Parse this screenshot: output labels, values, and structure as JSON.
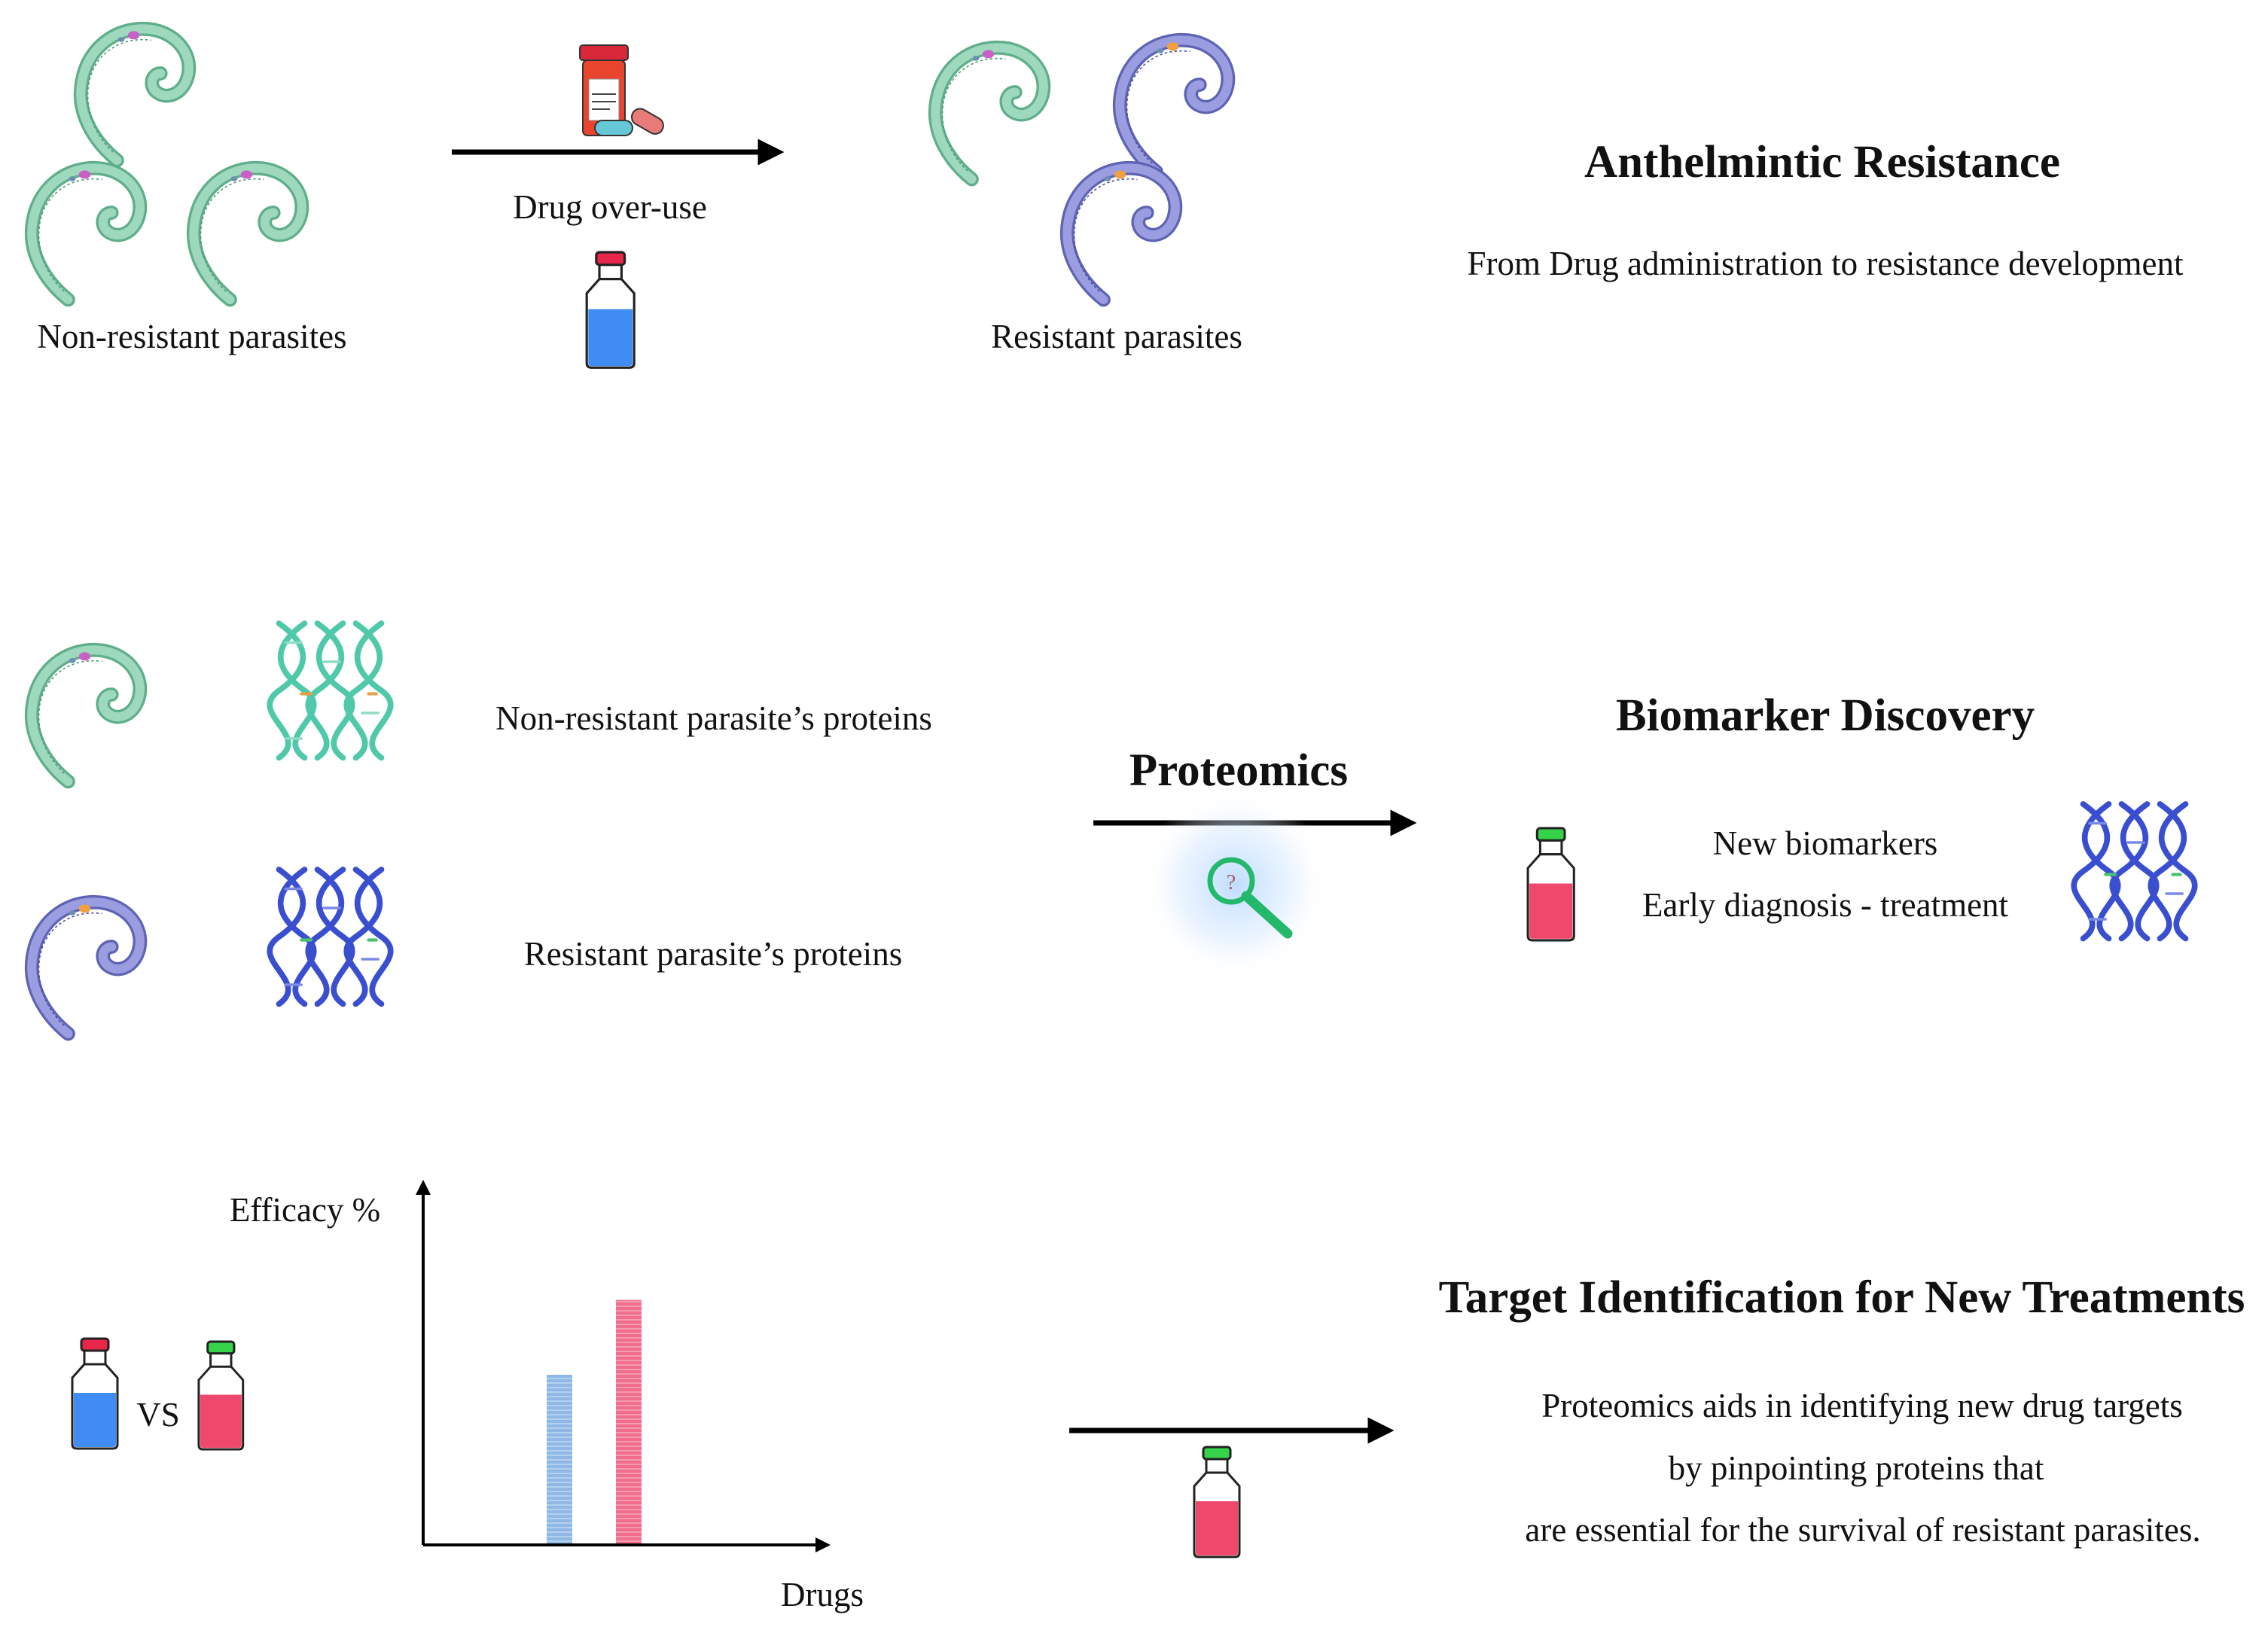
{
  "section1": {
    "title": "Anthelmintic Resistance",
    "subtitle": "From Drug administration to resistance development",
    "left_caption": "Non-resistant parasites",
    "arrow_label": "Drug over-use",
    "right_caption": "Resistant parasites"
  },
  "section2": {
    "title": "Biomarker Discovery",
    "row1_label": "Non-resistant parasite’s proteins",
    "row2_label": "Resistant parasite’s proteins",
    "arrow_label": "Proteomics",
    "result_line1": "New biomarkers",
    "result_line2": "Early diagnosis - treatment"
  },
  "section3": {
    "title": "Target Identification for New Treatments",
    "vs_label": "VS",
    "line1": "Proteomics aids in identifying new drug targets",
    "line2": "by pinpointing proteins that",
    "line3": "are essential for the survival of resistant parasites."
  },
  "chart_data": {
    "type": "bar",
    "xlabel": "Drugs",
    "ylabel": "Efficacy %",
    "series": [
      {
        "values": [
          50
        ]
      },
      {
        "values": [
          72
        ]
      }
    ],
    "ylim": [
      0,
      100
    ],
    "grid": false,
    "colors": [
      "#8fb8e4",
      "#f06d8c"
    ]
  },
  "colors": {
    "nonresistant_worm": "#7cc4a2",
    "resistant_worm": "#7a7ec9",
    "blue_drug": "#3f8cf5",
    "pink_drug": "#f0486c",
    "red_cap": "#e8264a",
    "green_cap": "#35d24a",
    "teal_protein": "#4fc9aa",
    "blue_protein": "#3a4fd0"
  }
}
